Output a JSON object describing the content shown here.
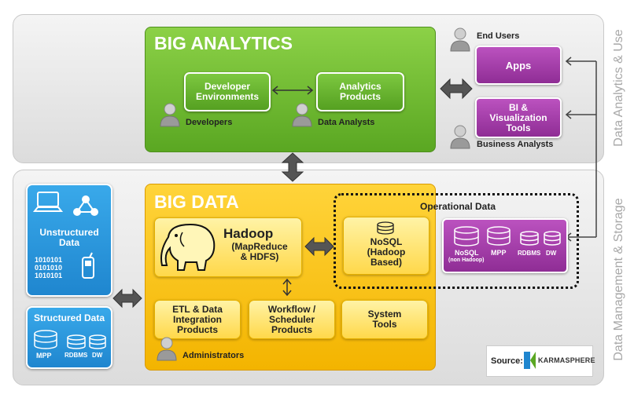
{
  "top_panel": {
    "title": "BIG ANALYTICS",
    "developer_env": "Developer\nEnvironments",
    "analytics_products": "Analytics\nProducts",
    "developers": "Developers",
    "data_analysts": "Data Analysts",
    "end_users": "End Users",
    "apps": "Apps",
    "bi_tools": "BI &\nVisualization\nTools",
    "business_analysts": "Business Analysts",
    "side_label": "Data Analytics & Use"
  },
  "bottom_panel": {
    "title": "BIG DATA",
    "unstructured_data": "Unstructured\nData",
    "binary_text": "1010101\n0101010\n1010101",
    "structured_data": "Structured Data",
    "structured_items": [
      "MPP",
      "RDBMS",
      "DW"
    ],
    "hadoop_title": "Hadoop",
    "hadoop_sub": "(MapReduce\n& HDFS)",
    "nosql": "NoSQL\n(Hadoop\nBased)",
    "operational_data": "Operational Data",
    "operational_items": [
      "NoSQL",
      "MPP",
      "RDBMS",
      "DW"
    ],
    "non_hadoop": "(non Hadoop)",
    "etl": "ETL & Data\nIntegration\nProducts",
    "workflow": "Workflow /\nScheduler\nProducts",
    "system_tools": "System\nTools",
    "administrators": "Administrators",
    "side_label": "Data Management & Storage"
  },
  "source": {
    "label": "Source:",
    "logo_text": "KARMASPHERE"
  }
}
